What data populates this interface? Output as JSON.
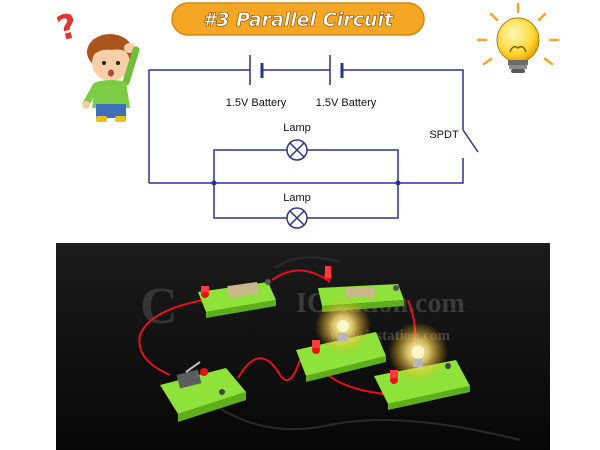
{
  "title": "#3 Parallel Circuit",
  "circuit": {
    "battery_1_label": "1.5V Battery",
    "battery_2_label": "1.5V Battery",
    "lamp_1_label": "Lamp",
    "lamp_2_label": "Lamp",
    "switch_label": "SPDT"
  },
  "photo": {
    "watermark_main": "ICstation.com",
    "watermark_sub": "www.icstation.com"
  },
  "colors": {
    "title_bg": "#f5a623",
    "wire": "#2e3192",
    "photo_bg": "#111111",
    "module_green": "#8fe23a",
    "clip_red": "#e5121a",
    "bulb_glow": "#fff1b0"
  }
}
